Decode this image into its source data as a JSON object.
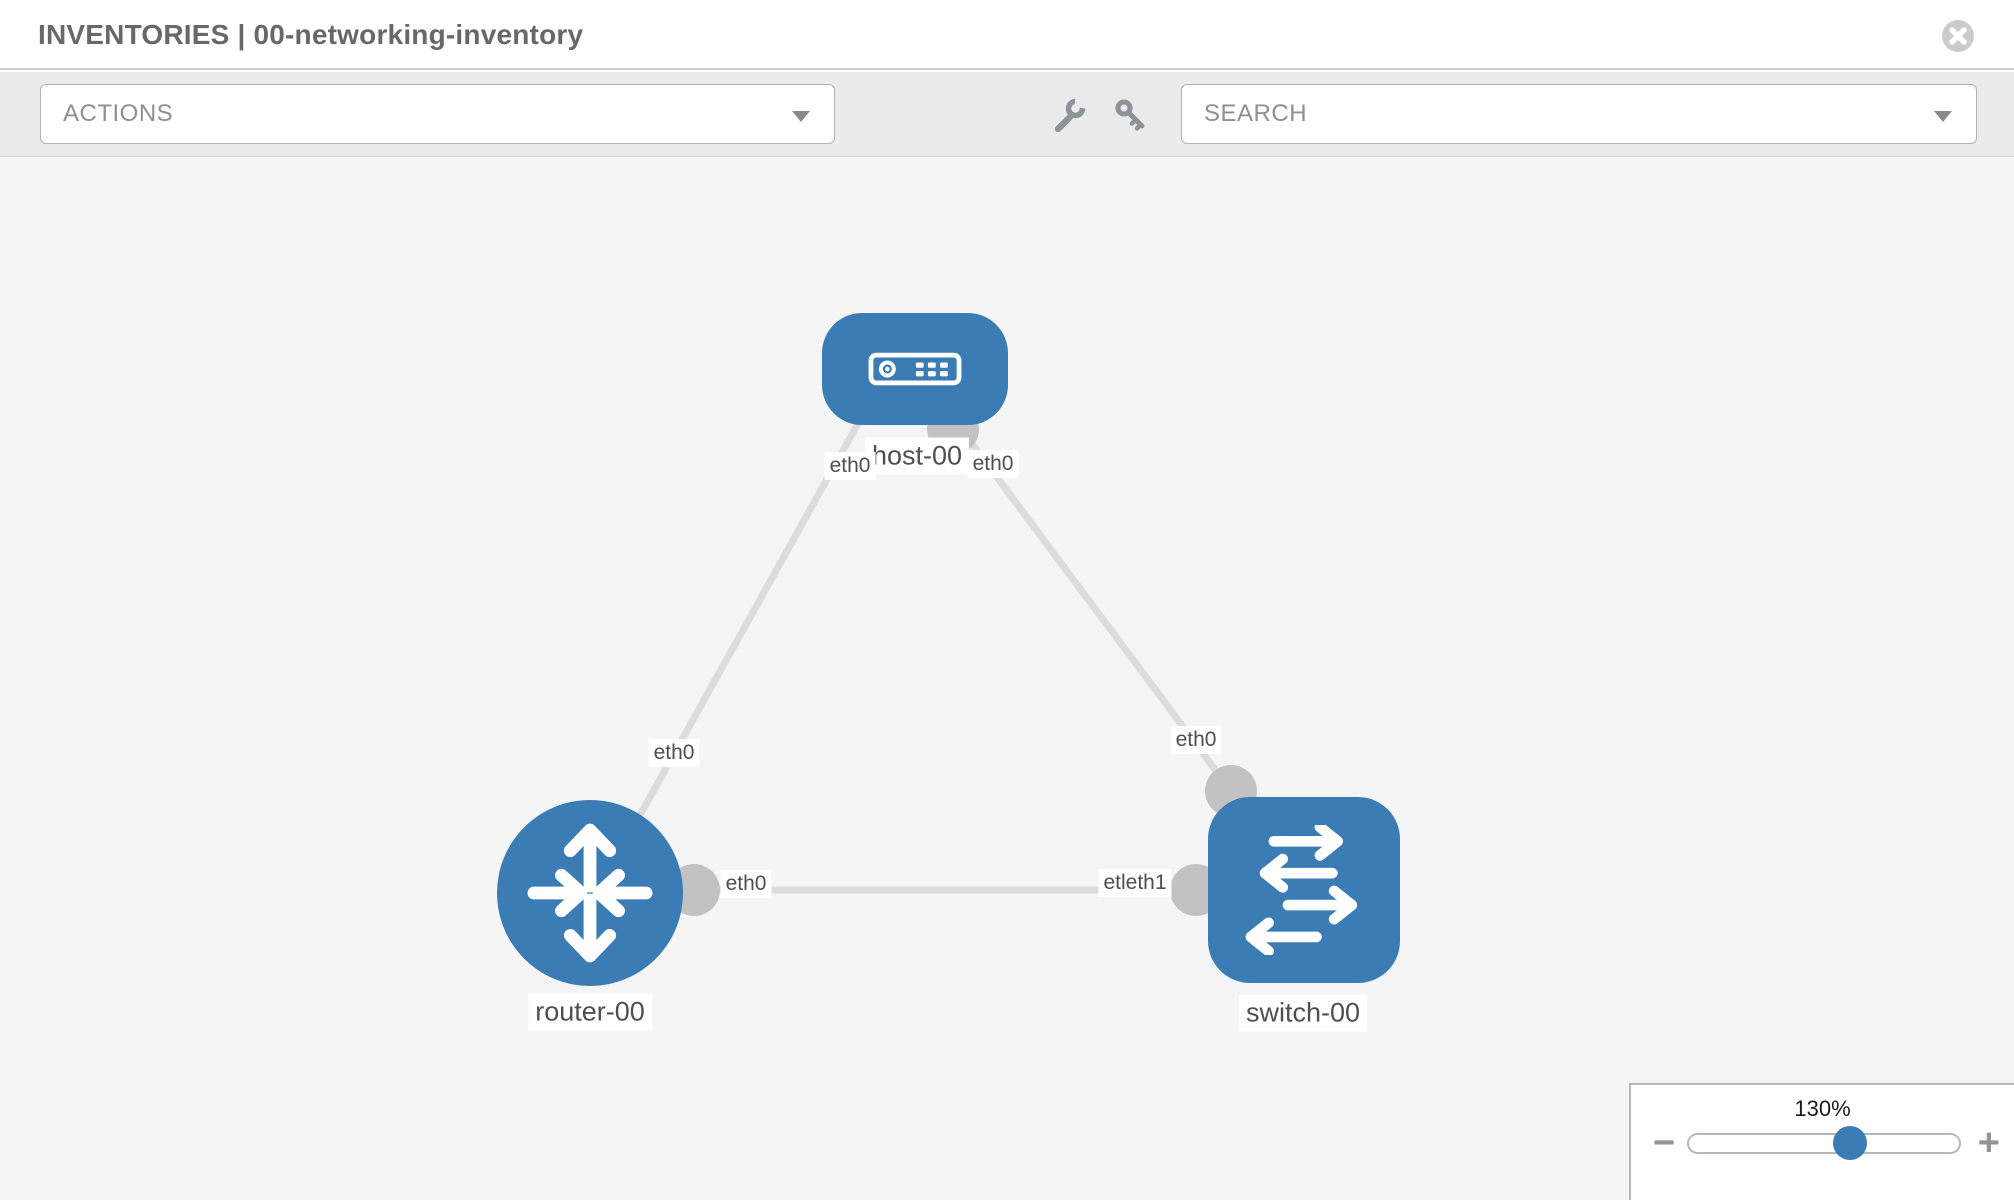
{
  "header": {
    "title": "INVENTORIES | 00-networking-inventory"
  },
  "toolbar": {
    "actions": {
      "label": "ACTIONS"
    },
    "search": {
      "placeholder": "SEARCH"
    },
    "tools": [
      {
        "icon": "wrench-icon"
      },
      {
        "icon": "key-icon"
      }
    ]
  },
  "topology": {
    "nodes": [
      {
        "label": "host-00",
        "type": "host",
        "shape": "rounded-rect",
        "icon": "host-icon"
      },
      {
        "label": "router-00",
        "type": "router",
        "shape": "circle",
        "icon": "router-icon"
      },
      {
        "label": "switch-00",
        "type": "switch",
        "shape": "rounded-square",
        "icon": "switch-icon"
      }
    ],
    "links": [
      {
        "from": "host-00",
        "to": "router-00"
      },
      {
        "from": "host-00",
        "to": "switch-00"
      },
      {
        "from": "router-00",
        "to": "switch-00"
      }
    ],
    "interface_labels": [
      {
        "text": "eth0",
        "location": "host-bottom-left"
      },
      {
        "text": "eth0",
        "location": "host-bottom-right"
      },
      {
        "text": "eth0",
        "location": "link-to-router"
      },
      {
        "text": "eth0",
        "location": "link-to-switch-top"
      },
      {
        "text": "eth0",
        "location": "router-right-port"
      },
      {
        "text": "etleth1",
        "location": "switch-left-port"
      }
    ]
  },
  "zoom_control": {
    "value": "130%",
    "minus_label": "−",
    "plus_label": "+"
  },
  "colors": {
    "node_blue": "#3b7cb5",
    "canvas_gray": "#f5f5f5",
    "link_gray": "#dcdcdc",
    "port_gray": "#c2c2c2",
    "toolbar_gray": "#ebebeb"
  }
}
